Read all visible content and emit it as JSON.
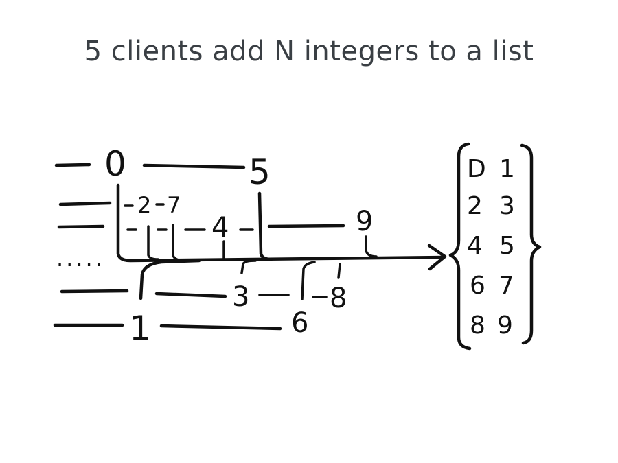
{
  "title": "5 clients add N integers to a list",
  "labels": {
    "n0": "0",
    "n1": "1",
    "n2": "2",
    "n3": "3",
    "n4": "4",
    "n5": "5",
    "n6": "6",
    "n7": "7",
    "n8": "8",
    "n9": "9",
    "dots": "....."
  },
  "result_list": {
    "rows": [
      [
        "D",
        "1"
      ],
      [
        "2",
        "3"
      ],
      [
        "4",
        "5"
      ],
      [
        "6",
        "7"
      ],
      [
        "8",
        "9"
      ]
    ]
  }
}
